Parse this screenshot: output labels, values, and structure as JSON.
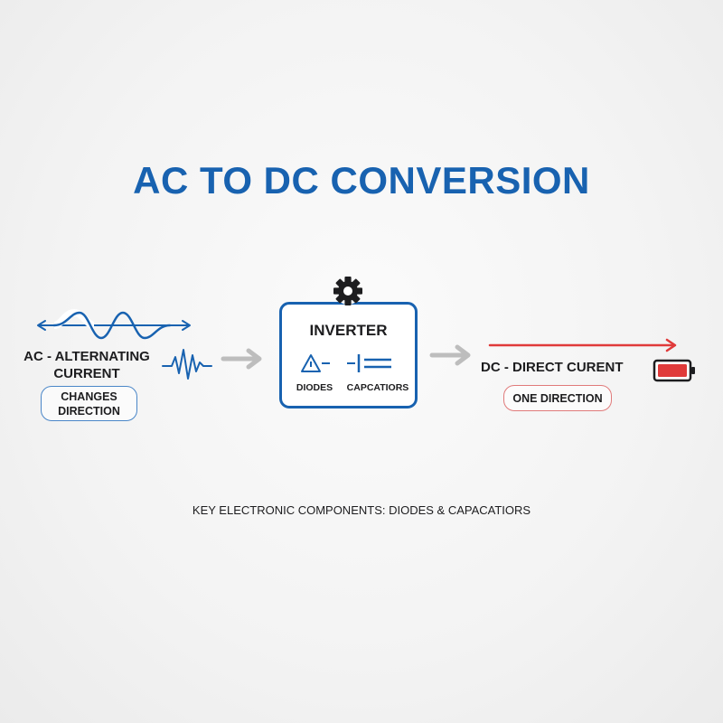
{
  "title": "AC TO DC CONVERSION",
  "ac": {
    "label_line1": "AC - ALTERNATING",
    "label_line2": "CURRENT",
    "badge_line1": "CHANGES",
    "badge_line2": "DIRECTION",
    "color": "#1862b0"
  },
  "inverter": {
    "title": "INVERTER",
    "diode_label": "DIODES",
    "capacitor_label": "CAPCATIORS",
    "icon": "gear-icon"
  },
  "dc": {
    "label": "DC - DIRECT CURENT",
    "badge": "ONE DIRECTION",
    "color": "#e03a3a",
    "icon": "battery-icon"
  },
  "footer": "KEY ELECTRONIC COMPONENTS: DIODES & CAPACATIORS"
}
